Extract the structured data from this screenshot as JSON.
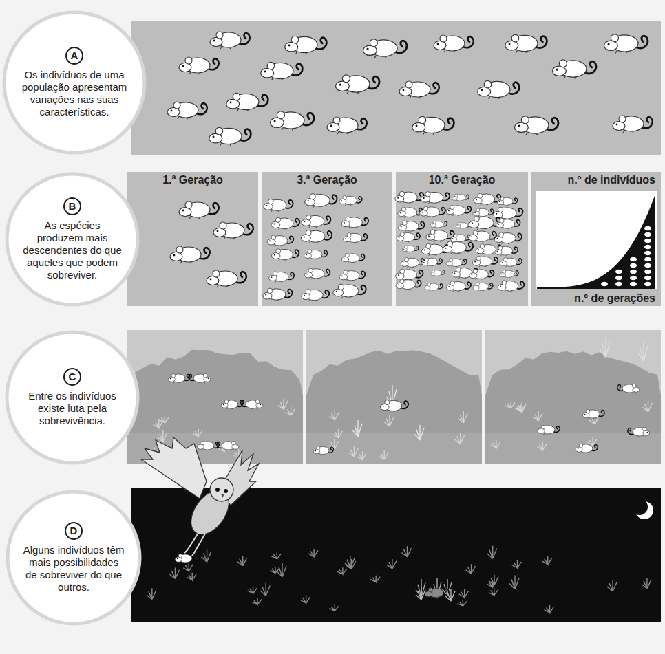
{
  "diagram": {
    "nodes": [
      {
        "text": [
          "A",
          "Os indivíduos de uma população apresentam variações nas suas características."
        ]
      },
      {
        "text": [
          "B",
          "As espécies produzem mais descendentes do que aqueles que podem sobreviver."
        ]
      },
      {
        "text": [
          "1.ª Geração"
        ]
      },
      {
        "text": [
          "3.ª Geração"
        ]
      },
      {
        "text": [
          "10.ª Geração"
        ]
      },
      {
        "text": [
          "n.º de indivíduos",
          "n.º de gerações"
        ]
      },
      {
        "text": [
          "C",
          "Entre os indivíduos existe luta pela sobrevivência."
        ]
      },
      {
        "text": [
          "D",
          "Alguns indivíduos têm mais possibilidades de sobreviver do que outros."
        ]
      }
    ]
  }
}
